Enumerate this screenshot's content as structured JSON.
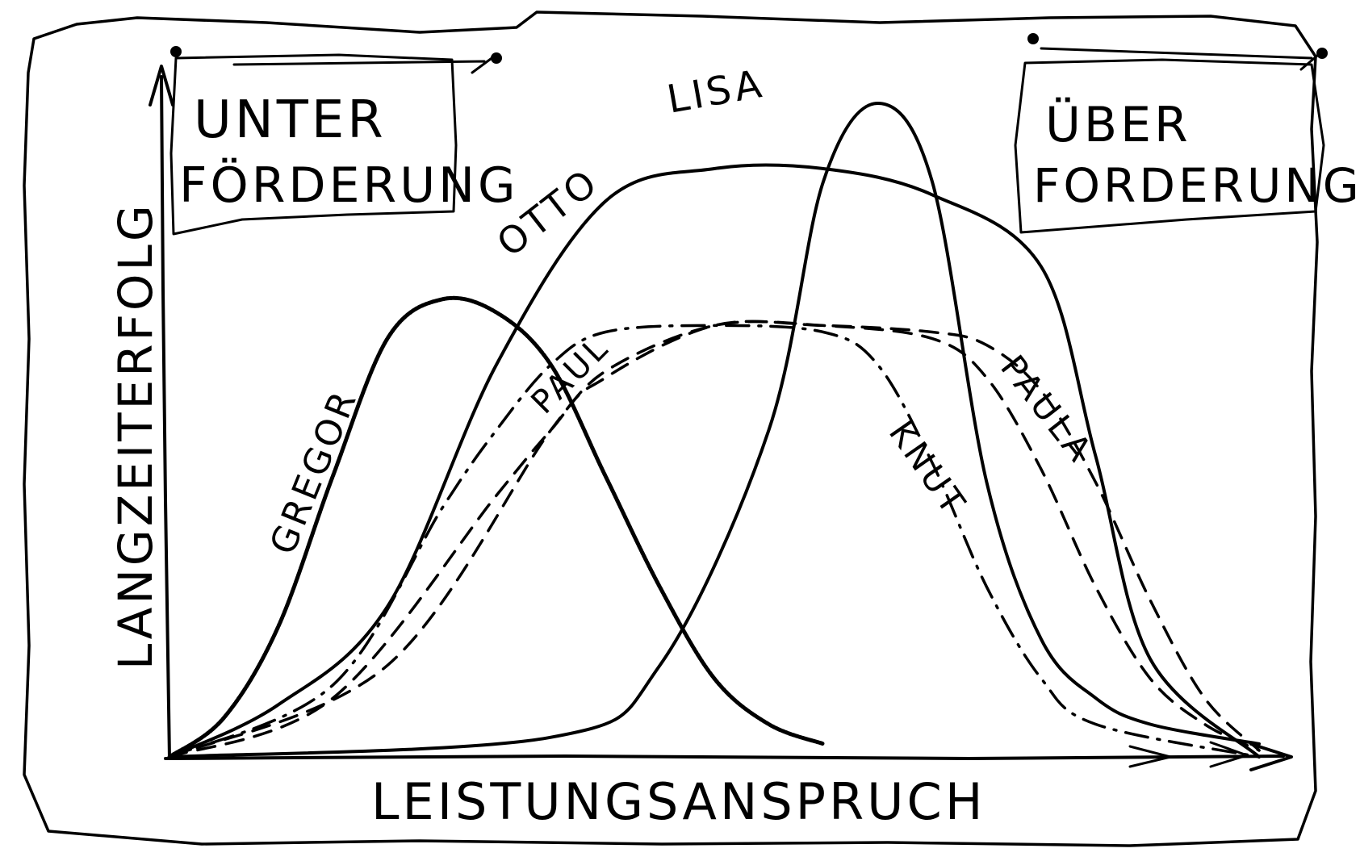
{
  "chart_data": {
    "type": "line",
    "xlabel": "LEISTUNGSANSPRUCH",
    "ylabel": "LANGZEITERFOLG",
    "xlim": [
      0,
      10
    ],
    "ylim": [
      0,
      10
    ],
    "grid": false,
    "legend": "none",
    "annotations": {
      "left_box": [
        "UNTER",
        "FÖRDERUNG"
      ],
      "right_box": [
        "ÜBER",
        "FORDERUNG"
      ]
    },
    "series": [
      {
        "name": "GREGOR",
        "style": "wavy",
        "x": [
          0,
          0.5,
          1.0,
          1.5,
          2.0,
          2.5,
          3.0,
          3.5,
          4.0,
          4.5,
          5.0,
          5.5,
          6.0
        ],
        "y": [
          0,
          0.6,
          2.0,
          4.3,
          6.4,
          7.0,
          6.8,
          6.0,
          4.3,
          2.6,
          1.2,
          0.5,
          0.2
        ]
      },
      {
        "name": "OTTO",
        "style": "solid",
        "x": [
          0,
          1,
          2,
          3,
          4,
          5,
          6,
          7,
          8,
          8.5,
          9,
          10
        ],
        "y": [
          0,
          0.8,
          2.3,
          6.0,
          8.5,
          9.0,
          9.0,
          8.6,
          7.5,
          4.6,
          1.5,
          0
        ]
      },
      {
        "name": "LISA",
        "style": "solid",
        "x": [
          0,
          3.5,
          4.5,
          5.5,
          6.0,
          6.5,
          7.0,
          7.5,
          8.0,
          8.5,
          9.0,
          10
        ],
        "y": [
          0,
          0.3,
          1.4,
          5.0,
          8.8,
          10.0,
          8.8,
          4.2,
          1.8,
          0.9,
          0.5,
          0.2
        ]
      },
      {
        "name": "PAUL",
        "style": "dash-dot",
        "x": [
          0,
          1.5,
          2.5,
          3.0,
          3.5,
          4.0,
          5.0,
          6.0,
          6.5,
          7.0,
          7.5,
          8.0,
          8.5,
          10
        ],
        "y": [
          0,
          1.1,
          3.8,
          5.0,
          6.0,
          6.5,
          6.6,
          6.5,
          6.0,
          4.5,
          2.6,
          1.2,
          0.5,
          0
        ]
      },
      {
        "name": "KNUT",
        "style": "dash",
        "x": [
          0,
          1.5,
          3.0,
          3.5,
          4.0,
          5.0,
          6.0,
          7.0,
          7.5,
          8.0,
          8.5,
          9.0,
          9.5,
          10
        ],
        "y": [
          0,
          0.9,
          4.0,
          5.0,
          5.9,
          6.6,
          6.6,
          6.4,
          5.8,
          4.4,
          2.6,
          1.2,
          0.5,
          0.1
        ]
      },
      {
        "name": "PAULA",
        "style": "dash",
        "x": [
          0,
          2.0,
          3.5,
          4.0,
          5.0,
          6.0,
          7.0,
          7.5,
          8.0,
          8.5,
          9.0,
          9.5,
          10
        ],
        "y": [
          0,
          1.4,
          5.0,
          5.8,
          6.6,
          6.6,
          6.5,
          6.3,
          5.6,
          4.2,
          2.4,
          0.9,
          0.1
        ]
      }
    ]
  }
}
